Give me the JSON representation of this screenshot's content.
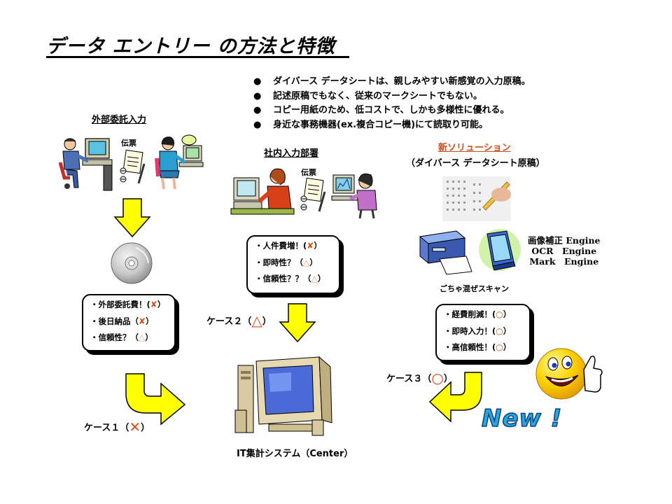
{
  "title": "データ エントリー の方法と特徴",
  "bullets": [
    "ダイバース データシートは、親しみやすい新感覚の入力原稿。",
    "記述原稿でもなく、従来のマークシートでもない。",
    "コピー用紙のため、低コストで、しかも多様性に優れる。",
    "身近な事務機器(ex.複合コピー機)にて読取り可能。"
  ],
  "outsource": {
    "heading": "外部委託入力",
    "slip": "伝票",
    "items": [
      "・外部委託費！(",
      "・後日納品（",
      "・信頼性？（"
    ],
    "marks": [
      "✘",
      "✘",
      "△"
    ],
    "case_label": "ケース１（",
    "case_mark": "✕",
    "case_close": "）"
  },
  "inhouse": {
    "heading": "社内入力部署",
    "slip": "伝票",
    "items": [
      "・人件費増！(",
      "・即時性？（",
      "・信頼性？？（"
    ],
    "marks": [
      "✘",
      "△",
      "△"
    ],
    "case_label": "ケース２（",
    "case_mark": "△",
    "case_close": "）"
  },
  "solution": {
    "heading": "新ソリューション",
    "subheading": "（ダイバース データシート原稿）",
    "engines": [
      "画像補正 Engine",
      "OCR　Engine",
      "Mark　Engine"
    ],
    "scan_label": "ごちゃ混ぜスキャン",
    "items": [
      "・経費削減！(",
      "・即時入力！(",
      "・高信頼性！("
    ],
    "marks": [
      "○",
      "○",
      "○"
    ],
    "case_label": "ケース３（",
    "case_mark": "○",
    "case_close": "）",
    "new_badge": "New !"
  },
  "center": {
    "label": "IT集計システム（Center）"
  },
  "colors": {
    "arrow_fill": "#ffff00",
    "accent_red": "#d24a14",
    "new_blue": "#27a9d6"
  }
}
